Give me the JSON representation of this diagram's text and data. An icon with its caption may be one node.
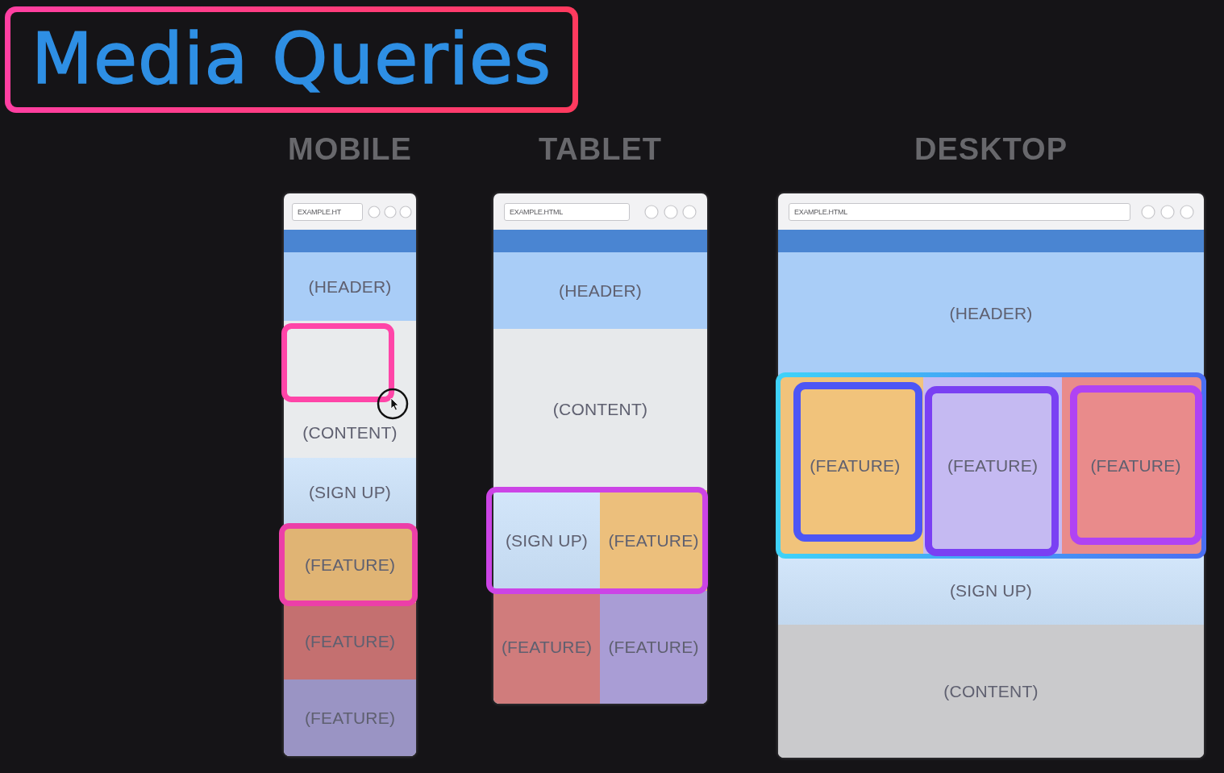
{
  "diagram": {
    "title": "Media Queries",
    "nodes": [
      {
        "text": [
          "MOBILE"
        ]
      },
      {
        "text": [
          "EXAMPLE.HT"
        ],
        "in": 0
      },
      {
        "text": [],
        "shape": "bar",
        "in": 0
      },
      {
        "text": [
          "(HEADER)"
        ],
        "in": 0
      },
      {
        "text": [
          "(CONTENT)"
        ],
        "in": 0
      },
      {
        "text": [
          "(SIGN UP)"
        ],
        "in": 0
      },
      {
        "text": [
          "(FEATURE)"
        ],
        "in": 0
      },
      {
        "text": [
          "(FEATURE)"
        ],
        "in": 0
      },
      {
        "text": [
          "(FEATURE)"
        ],
        "in": 0
      },
      {
        "text": [
          "TABLET"
        ]
      },
      {
        "text": [
          "EXAMPLE.HTML"
        ],
        "in": 9
      },
      {
        "text": [],
        "shape": "bar",
        "in": 9
      },
      {
        "text": [
          "(HEADER)"
        ],
        "in": 9
      },
      {
        "text": [
          "(CONTENT)"
        ],
        "in": 9
      },
      {
        "text": [
          "(SIGN UP)"
        ],
        "in": 9
      },
      {
        "text": [
          "(FEATURE)"
        ],
        "in": 9
      },
      {
        "text": [
          "(FEATURE)"
        ],
        "in": 9
      },
      {
        "text": [
          "(FEATURE)"
        ],
        "in": 9
      },
      {
        "text": [
          "DESKTOP"
        ]
      },
      {
        "text": [
          "EXAMPLE.HTML"
        ],
        "in": 18
      },
      {
        "text": [],
        "shape": "bar",
        "in": 18
      },
      {
        "text": [
          "(HEADER)"
        ],
        "in": 18
      },
      {
        "text": [
          "(FEATURE)"
        ],
        "in": 18
      },
      {
        "text": [
          "(FEATURE)"
        ],
        "in": 18
      },
      {
        "text": [
          "(FEATURE)"
        ],
        "in": 18
      },
      {
        "text": [
          "(SIGN UP)"
        ],
        "in": 18
      },
      {
        "text": [
          "(CONTENT)"
        ],
        "in": 18
      }
    ]
  }
}
